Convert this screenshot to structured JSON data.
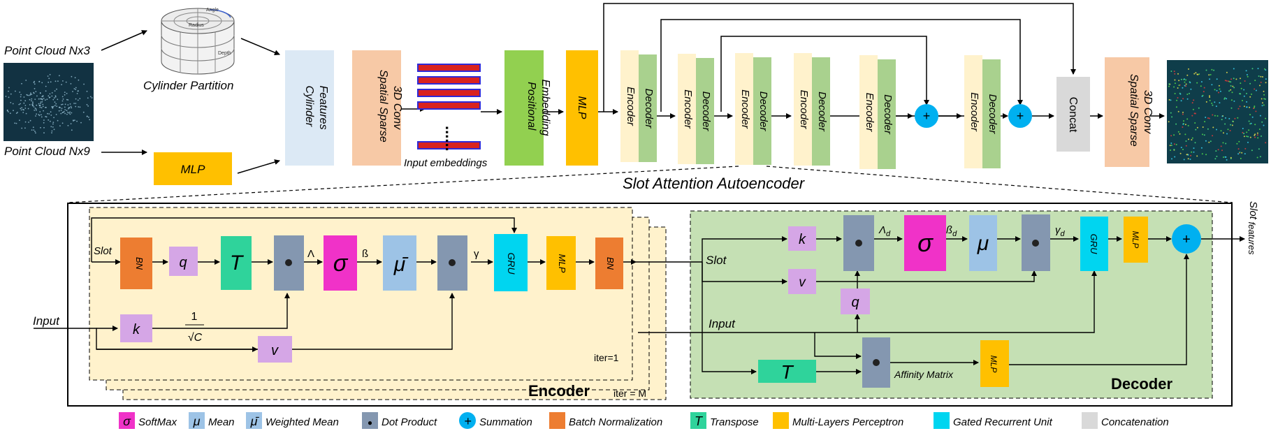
{
  "colors": {
    "cylinder_features": "#dce9f5",
    "sparse_conv": "#f7c9a6",
    "positional": "#92d050",
    "mlp": "#ffc000",
    "encoder": "#fff2cc",
    "decoder": "#a9d18e",
    "summation": "#00b0f0",
    "concat": "#d9d9d9",
    "batch_norm": "#ed7d31",
    "query": "#d5a6e6",
    "transpose": "#2fd39b",
    "dot": "#8497b0",
    "softmax": "#f032c8",
    "mean": "#9dc3e6",
    "gru": "#00d5f0",
    "encoder_panel": "#fff2cc",
    "decoder_panel": "#c5e0b4",
    "embed_red": "#d9231f",
    "embed_blue": "#2e2ad9",
    "point_cloud_bg": "#123242",
    "point_cloud_dots": "#9ec6d9",
    "output_bg": "#0f3d4a"
  },
  "inputs": {
    "pc_nx3": "Point Cloud  Nx3",
    "pc_nx9": "Point Cloud  Nx9",
    "cylinder_partition": "Cylinder Partition",
    "cyl_labels": {
      "angle": "Angle",
      "radius": "Radius",
      "depth": "Depth"
    }
  },
  "pipeline": {
    "mlp": "MLP",
    "cylinder_features": [
      "Cylinder",
      "Features"
    ],
    "sparse_conv": [
      "Spatial Sparse",
      "3D  Conv"
    ],
    "embeddings_dots": "......",
    "embeddings_label": "Input embeddings",
    "positional": [
      "Positional",
      "Embedding"
    ],
    "mlp2": "MLP",
    "encoder": "Encoder",
    "decoder": "Decoder",
    "plus": "+",
    "concat": "Concat",
    "sparse_conv_out": [
      "Spatial Sparse",
      "3D  Conv"
    ]
  },
  "section_title": "Slot Attention  Autoencoder",
  "encoder_block": {
    "title": "Encoder",
    "iter1": "iter=1",
    "iterM": "iter = M",
    "slot": "Slot",
    "input": "Input",
    "bn": "BN",
    "q": "q",
    "k": "k",
    "v": "v",
    "t": "T",
    "sigma": "σ",
    "mu_bar": "μ̄",
    "gru": "GRU",
    "mlp": "MLP",
    "lambda": "Λ",
    "beta": "ß",
    "gamma": "γ",
    "scale_num": "1",
    "scale_den": "√C",
    "dot": "●"
  },
  "decoder_block": {
    "title": "Decoder",
    "slot": "Slot",
    "input": "Input",
    "k": "k",
    "v": "v",
    "q": "q",
    "t": "T",
    "sigma": "σ",
    "mu": "μ",
    "gru": "GRU",
    "mlp": "MLP",
    "mlp2": "MLP",
    "lambda_d": "Λ",
    "beta_d": "ß",
    "gamma_d": "γ",
    "sub": "d",
    "affinity": "Affinity Matrix",
    "plus": "+"
  },
  "output": {
    "slot": "Slot",
    "features": "features"
  },
  "legend": [
    {
      "symbol": "σ",
      "label": "SoftMax",
      "key": "softmax"
    },
    {
      "symbol": "μ",
      "label": "Mean",
      "key": "mean"
    },
    {
      "symbol": "μ̄",
      "label": "Weighted Mean",
      "key": "mean"
    },
    {
      "symbol": "●",
      "label": "Dot Product",
      "key": "dot"
    },
    {
      "symbol": "+",
      "label": "Summation",
      "key": "summation"
    },
    {
      "symbol": "",
      "label": "Batch Normalization",
      "key": "batch_norm"
    },
    {
      "symbol": "T",
      "label": "Transpose",
      "key": "transpose"
    },
    {
      "symbol": "",
      "label": "Multi-Layers Perceptron",
      "key": "mlp"
    },
    {
      "symbol": "",
      "label": "Gated Recurrent Unit",
      "key": "gru"
    },
    {
      "symbol": "",
      "label": "Concatenation",
      "key": "concat"
    }
  ]
}
